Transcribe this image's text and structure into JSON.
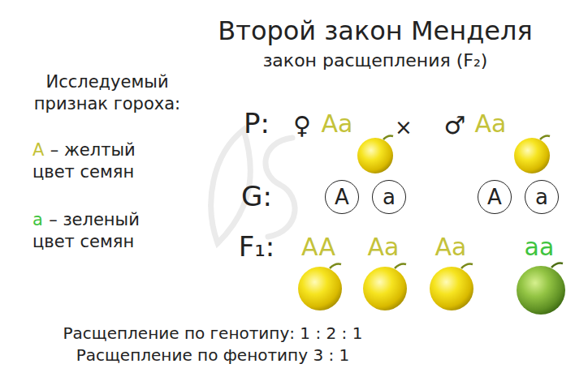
{
  "diagram": {
    "title": "Второй закон Менделя",
    "nodes": [
      {
        "text": [
          "A"
        ]
      },
      {
        "text": [
          "a"
        ]
      },
      {
        "text": [
          "A"
        ]
      },
      {
        "text": [
          "a"
        ]
      }
    ],
    "labels": [
      "закон расщепления (F₂)",
      "Исследуемый признак гороха:",
      "A",
      "– желтый цвет семян",
      "a",
      "– зеленый цвет семян",
      "P:",
      "♀",
      "Aa",
      "×",
      "♂",
      "Aa",
      "G:",
      "F₁:",
      "AA",
      "Aa",
      "Aa",
      "aa",
      "Расщепление по генотипу: 1 : 2 : 1",
      "Расщепление по фенотипу 3 : 1"
    ]
  }
}
